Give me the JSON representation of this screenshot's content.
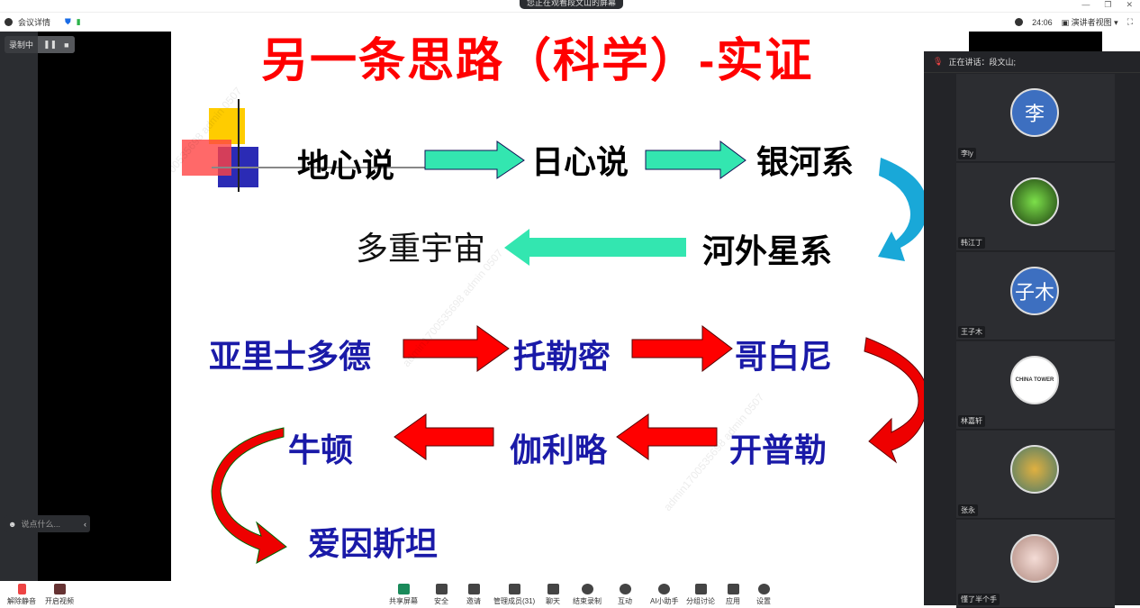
{
  "window": {
    "share_notice": "您正在观看段文山的屏幕",
    "minimize": "—",
    "restore": "❐",
    "close": "✕"
  },
  "infobar": {
    "meeting_details": "会议详情",
    "timer": "24:06",
    "view_mode": "演讲者视图"
  },
  "recording": {
    "label": "录制中"
  },
  "chat": {
    "placeholder": "说点什么..."
  },
  "slide": {
    "title": "另一条思路（科学）-实证",
    "row1": [
      "地心说",
      "日心说",
      "银河系"
    ],
    "row2": [
      "多重宇宙",
      "河外星系"
    ],
    "row3": [
      "亚里士多德",
      "托勒密",
      "哥白尼"
    ],
    "row4": [
      "牛顿",
      "伽利略",
      "开普勒"
    ],
    "row5": [
      "爱因斯坦"
    ],
    "watermark": "admin17005356​98 admin 0507"
  },
  "panel": {
    "speaking_label": "正在讲话：段文山;",
    "participants": [
      {
        "name": "李ly",
        "avatar_text": "李",
        "color": "#3d6fc0"
      },
      {
        "name": "韩江丁",
        "avatar_text": "",
        "color": "#2f6b1f"
      },
      {
        "name": "王子木",
        "avatar_text": "子木",
        "color": "#3d6fc0"
      },
      {
        "name": "林嘉轩",
        "avatar_text": "CHINA TOWER",
        "color": "#ffffff"
      },
      {
        "name": "张永",
        "avatar_text": "",
        "color": "#8a7a3a"
      },
      {
        "name": "懂了半个手",
        "avatar_text": "",
        "color": "#e9c9c4"
      }
    ]
  },
  "toolbar": {
    "unmute": "解除静音",
    "video": "开启视频",
    "share": "共享屏幕",
    "security": "安全",
    "invite": "邀请",
    "members": "管理成员(31)",
    "chat": "聊天",
    "end_record": "结束录制",
    "interact": "互动",
    "ai": "AI小助手",
    "breakout": "分组讨论",
    "apps": "应用",
    "settings": "设置"
  }
}
